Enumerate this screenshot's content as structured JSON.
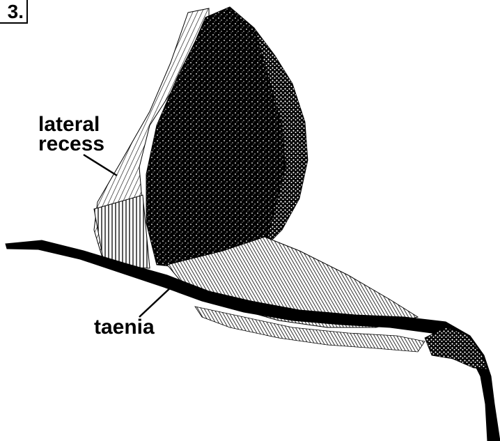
{
  "figure": {
    "panel_label": "3.",
    "labels": {
      "lateral_line1": "lateral",
      "lateral_line2": "recess",
      "taenia": "taenia"
    },
    "colors": {
      "ink": "#000000",
      "paper": "#ffffff"
    }
  }
}
